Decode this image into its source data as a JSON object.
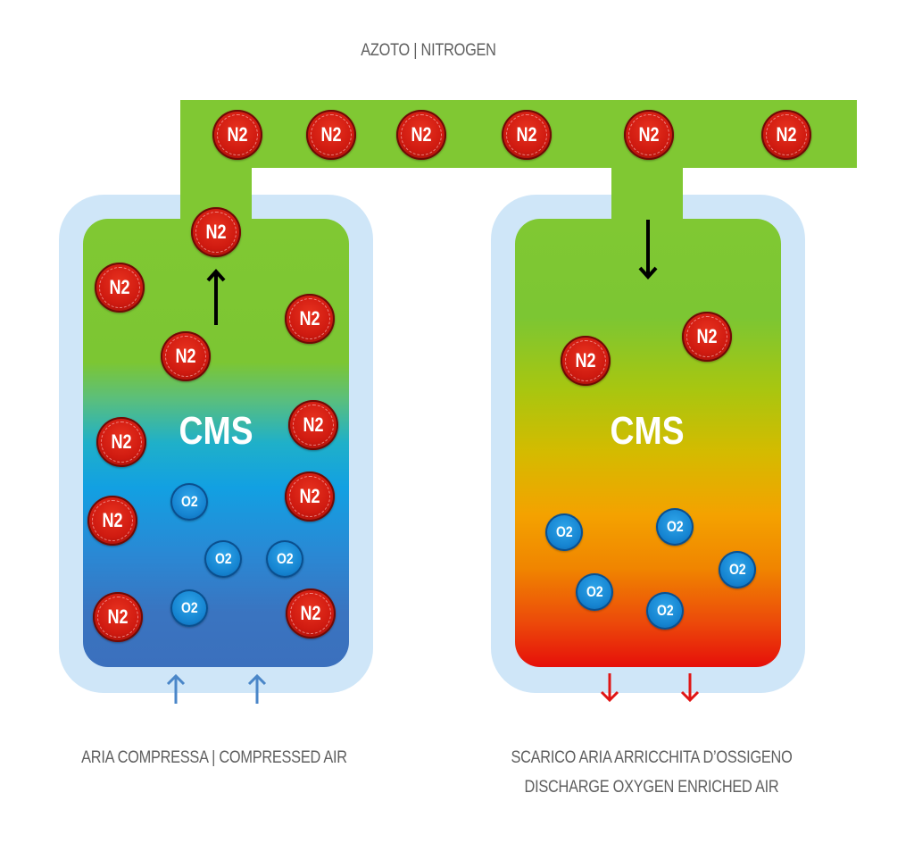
{
  "title": "AZOTO | NITROGEN",
  "colors": {
    "pipe_green": "#80c833",
    "vessel_border": "#cfe6f8",
    "n2_red": "#d01b10",
    "o2_blue": "#1787d2",
    "label_gray": "#5f5f5f",
    "inlet_arrow": "#4a86c8",
    "outlet_arrow": "#e01515"
  },
  "pipe": {
    "molecules": [
      "N2",
      "N2",
      "N2",
      "N2",
      "N2",
      "N2"
    ]
  },
  "left_vessel": {
    "label": "CMS",
    "state": "adsorption",
    "gradient": [
      "#80c833",
      "#14a3e0",
      "#3a74c0"
    ],
    "n2_molecules": [
      "N2",
      "N2",
      "N2",
      "N2",
      "N2",
      "N2",
      "N2",
      "N2",
      "N2"
    ],
    "o2_molecules": [
      "O2",
      "O2",
      "O2",
      "O2"
    ],
    "flow_arrow": "up",
    "inlet_arrows": 2,
    "caption": "ARIA COMPRESSA | COMPRESSED AIR"
  },
  "right_vessel": {
    "label": "CMS",
    "state": "regeneration",
    "gradient": [
      "#80c833",
      "#c2c400",
      "#f4a200",
      "#e60f0a"
    ],
    "n2_molecules": [
      "N2",
      "N2"
    ],
    "o2_molecules": [
      "O2",
      "O2",
      "O2",
      "O2",
      "O2"
    ],
    "flow_arrow": "down",
    "outlet_arrows": 2,
    "caption_line1": "SCARICO ARIA ARRICCHITA D’OSSIGENO",
    "caption_line2": "DISCHARGE OXYGEN ENRICHED AIR"
  }
}
